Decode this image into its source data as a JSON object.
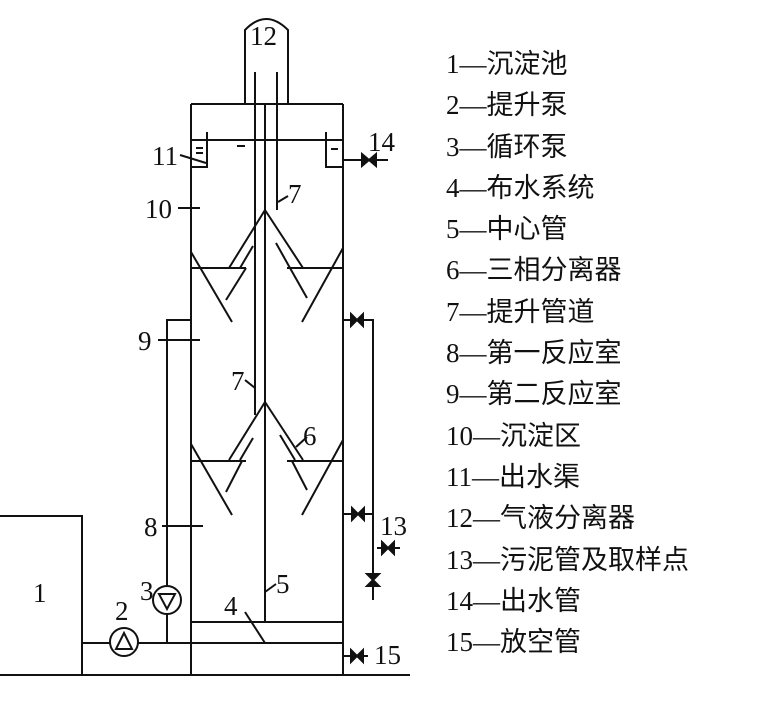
{
  "diagram": {
    "labels": {
      "n1": "1",
      "n2": "2",
      "n3": "3",
      "n4": "4",
      "n5": "5",
      "n6": "6",
      "n7a": "7",
      "n7b": "7",
      "n8": "8",
      "n9": "9",
      "n10": "10",
      "n11": "11",
      "n12": "12",
      "n13": "13",
      "n14": "14",
      "n15": "15"
    }
  },
  "legend": [
    "1—沉淀池",
    "2—提升泵",
    "3—循环泵",
    "4—布水系统",
    "5—中心管",
    "6—三相分离器",
    "7—提升管道",
    "8—第一反应室",
    "9—第二反应室",
    "10—沉淀区",
    "11—出水渠",
    "12—气液分离器",
    "13—污泥管及取样点",
    "14—出水管",
    "15—放空管"
  ]
}
